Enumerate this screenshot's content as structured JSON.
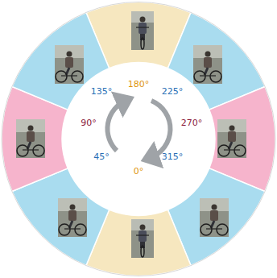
{
  "diagram": {
    "labels": [
      "180°",
      "225°",
      "270°",
      "315°",
      "0°",
      "45°",
      "90°",
      "135°"
    ]
  }
}
